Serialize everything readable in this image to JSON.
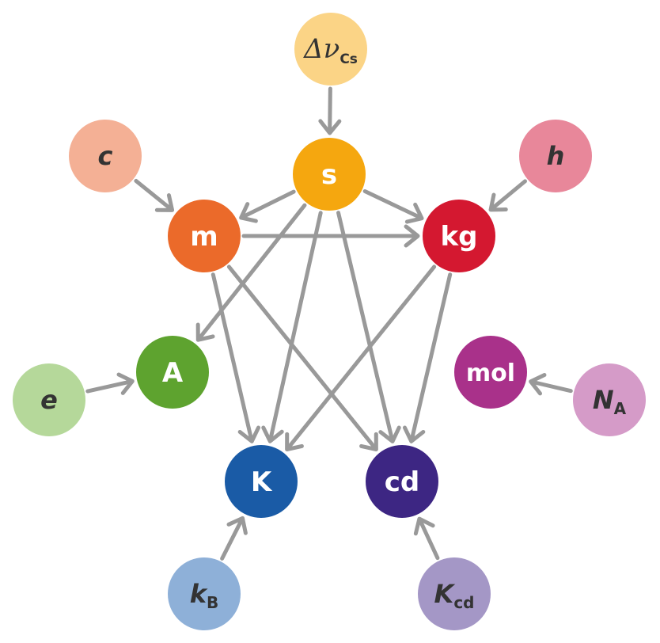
{
  "diagram": {
    "arrow_color": "#999999",
    "constants": [
      {
        "id": "dnu",
        "symbol": "Δν",
        "subscript": "Cs",
        "color": "#FBD486"
      },
      {
        "id": "c",
        "symbol": "c",
        "subscript": "",
        "color": "#F4B095"
      },
      {
        "id": "h",
        "symbol": "h",
        "subscript": "",
        "color": "#E8879A"
      },
      {
        "id": "e",
        "symbol": "e",
        "subscript": "",
        "color": "#B5D89A"
      },
      {
        "id": "NA",
        "symbol": "N",
        "subscript": "A",
        "color": "#D59BC8"
      },
      {
        "id": "kB",
        "symbol": "k",
        "subscript": "B",
        "color": "#8EB0D8"
      },
      {
        "id": "Kcd",
        "symbol": "K",
        "subscript": "cd",
        "color": "#A497C6"
      }
    ],
    "units": [
      {
        "id": "s",
        "label": "s",
        "color": "#F5A70F"
      },
      {
        "id": "m",
        "label": "m",
        "color": "#EB6A2A"
      },
      {
        "id": "kg",
        "label": "kg",
        "color": "#D41830"
      },
      {
        "id": "A",
        "label": "A",
        "color": "#5EA32F"
      },
      {
        "id": "mol",
        "label": "mol",
        "color": "#A9318A"
      },
      {
        "id": "K",
        "label": "K",
        "color": "#1A5BA6"
      },
      {
        "id": "cd",
        "label": "cd",
        "color": "#3D2683"
      }
    ],
    "edges": [
      [
        "dnu",
        "s"
      ],
      [
        "c",
        "m"
      ],
      [
        "h",
        "kg"
      ],
      [
        "e",
        "A"
      ],
      [
        "NA",
        "mol"
      ],
      [
        "kB",
        "K"
      ],
      [
        "Kcd",
        "cd"
      ],
      [
        "s",
        "m"
      ],
      [
        "s",
        "kg"
      ],
      [
        "s",
        "A"
      ],
      [
        "s",
        "K"
      ],
      [
        "s",
        "cd"
      ],
      [
        "m",
        "kg"
      ],
      [
        "m",
        "K"
      ],
      [
        "m",
        "cd"
      ],
      [
        "kg",
        "K"
      ],
      [
        "kg",
        "cd"
      ]
    ]
  }
}
